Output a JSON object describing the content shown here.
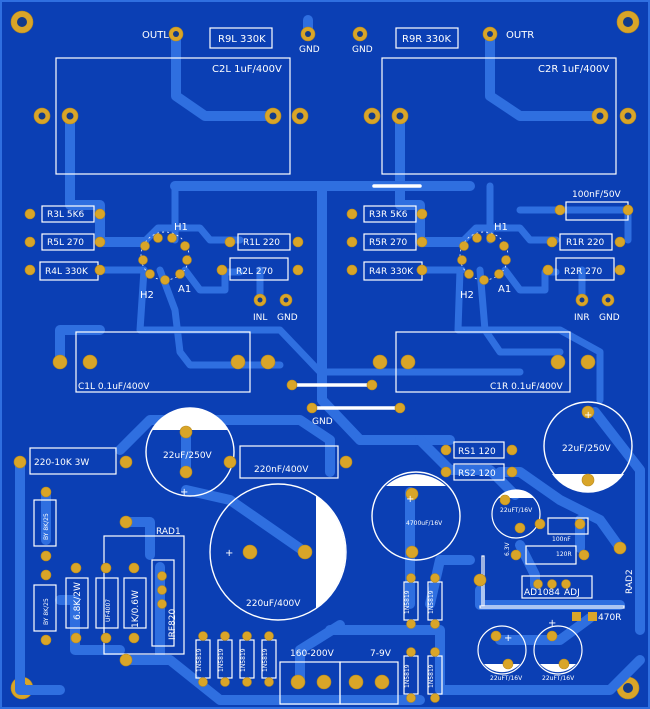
{
  "labels": {
    "outl": "OUTL",
    "outr": "OUTR",
    "gnd_top_l": "GND",
    "gnd_top_r": "GND",
    "r9l": "R9L 330K",
    "r9r": "R9R 330K",
    "c2l": "C2L 1uF/400V",
    "c2r": "C2R 1uF/400V",
    "r3l": "R3L 5K6",
    "r5l": "R5L 270",
    "r4l": "R4L 330K",
    "r1l": "R1L 220",
    "r2l": "R2L 270",
    "h1_l": "H1",
    "h2_l": "H2",
    "a1_l": "A1",
    "inl": "INL",
    "gnd_inl": "GND",
    "r3r": "R3R 5K6",
    "r5r": "R5R 270",
    "r4r": "R4R 330K",
    "r1r": "R1R 220",
    "r2r": "R2R 270",
    "h1_r": "H1",
    "h2_r": "H2",
    "a1_r": "A1",
    "inr": "INR",
    "gnd_inr": "GND",
    "c100n50": "100nF/50V",
    "c1l": "C1L 0.1uF/400V",
    "c1r": "C1R 0.1uF/400V",
    "gnd_mid": "GND",
    "c22u250_l": "22uF/250V",
    "c22u250_r": "22uF/250V",
    "c220n400": "220nF/400V",
    "r220_10k": "220-10K 3W",
    "rs1": "RS1 120",
    "rs2": "RS2 120",
    "c220u400": "220uF/400V",
    "c4700u": "4700uF/16V",
    "c22u16_top": "22uFT/16V",
    "v63": "6.3V",
    "c100n": "100nF",
    "r120": "120R",
    "ad1084": "AD1084",
    "adj": "ADJ",
    "rad1": "RAD1",
    "rad2": "RAD2",
    "irf820": "IRF820",
    "r68k": "6.8K/2W",
    "r1k": "1K/0.6W",
    "uf4007": "UF4007",
    "by_top": "BY 8K/25",
    "by_bot": "BY 8K/25",
    "v160_200": "160-200V",
    "v79": "7-9V",
    "r470": "470R",
    "c22u16_bl": "22uFT/16V",
    "c22u16_br": "22uFT/16V",
    "plus": "+",
    "diode_code": "1N5819"
  }
}
